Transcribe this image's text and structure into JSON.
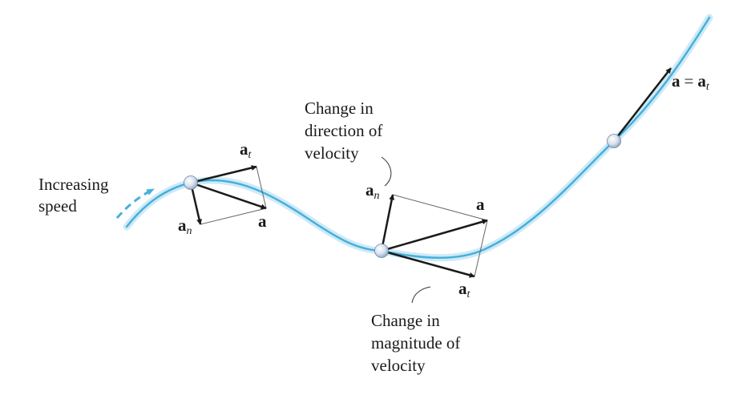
{
  "labels": {
    "increasing_speed": [
      "Increasing",
      "speed"
    ],
    "change_direction": [
      "Change in",
      "direction of",
      "velocity"
    ],
    "change_magnitude": [
      "Change in",
      "magnitude of",
      "velocity"
    ],
    "vector_a": "a",
    "sub_t": "t",
    "sub_n": "n",
    "equation_equals": "="
  },
  "colors": {
    "path": "#45b0dc",
    "path_glow": "#bfe3f3",
    "vector": "#1a1a1a",
    "construction": "#555555"
  }
}
